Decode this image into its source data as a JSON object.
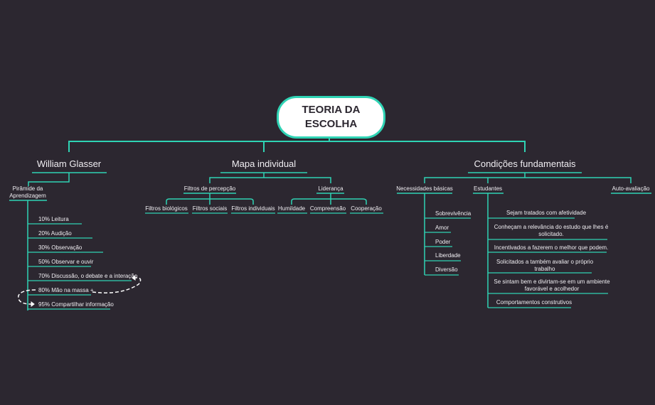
{
  "root": {
    "line1": "TEORIA DA",
    "line2": "ESCOLHA"
  },
  "accent": "#2fd3b4",
  "background": "#2c2730",
  "branches": {
    "glasser": {
      "title": "William Glasser",
      "piramide": {
        "line1": "Pirâmide da",
        "line2": "Aprendizagem",
        "items": [
          "10% Leitura",
          "20% Audição",
          "30% Observação",
          "50% Observar e ouvir",
          "70%  Discussão, o debate e a interação",
          "80% Mão na massa +",
          "95% Compartilhar informação"
        ]
      }
    },
    "mapa": {
      "title": "Mapa individual",
      "filtros": {
        "label": "Filtros de percepção",
        "items": [
          "Filtros biológicos",
          "Filtros sociais",
          "Filtros individuais"
        ]
      },
      "lideranca": {
        "label": "Liderança",
        "items": [
          "Humildade",
          "Compreensão",
          "Cooperação"
        ]
      }
    },
    "condicoes": {
      "title": "Condições fundamentais",
      "necessidades": {
        "label": "Necessidades básicas",
        "items": [
          "Sobrevivência",
          "Amor",
          "Poder",
          "Liberdade",
          "Diversão"
        ]
      },
      "estudantes": {
        "label": "Estudantes",
        "items": [
          {
            "l1": "Sejam tratados com afetividade",
            "l2": ""
          },
          {
            "l1": "Conheçam a relevância do estudo que lhes é",
            "l2": "solicitado."
          },
          {
            "l1": "Incentivados a fazerem o melhor que podem.",
            "l2": ""
          },
          {
            "l1": "Solicitados a também avaliar o próprio",
            "l2": "trabalho"
          },
          {
            "l1": "Se sintam bem e divirtam-se em um ambiente",
            "l2": "favorável e acolhedor"
          },
          {
            "l1": "Comportamentos construtivos",
            "l2": ""
          }
        ]
      },
      "auto": {
        "label": "Auto-avaliação"
      }
    }
  }
}
